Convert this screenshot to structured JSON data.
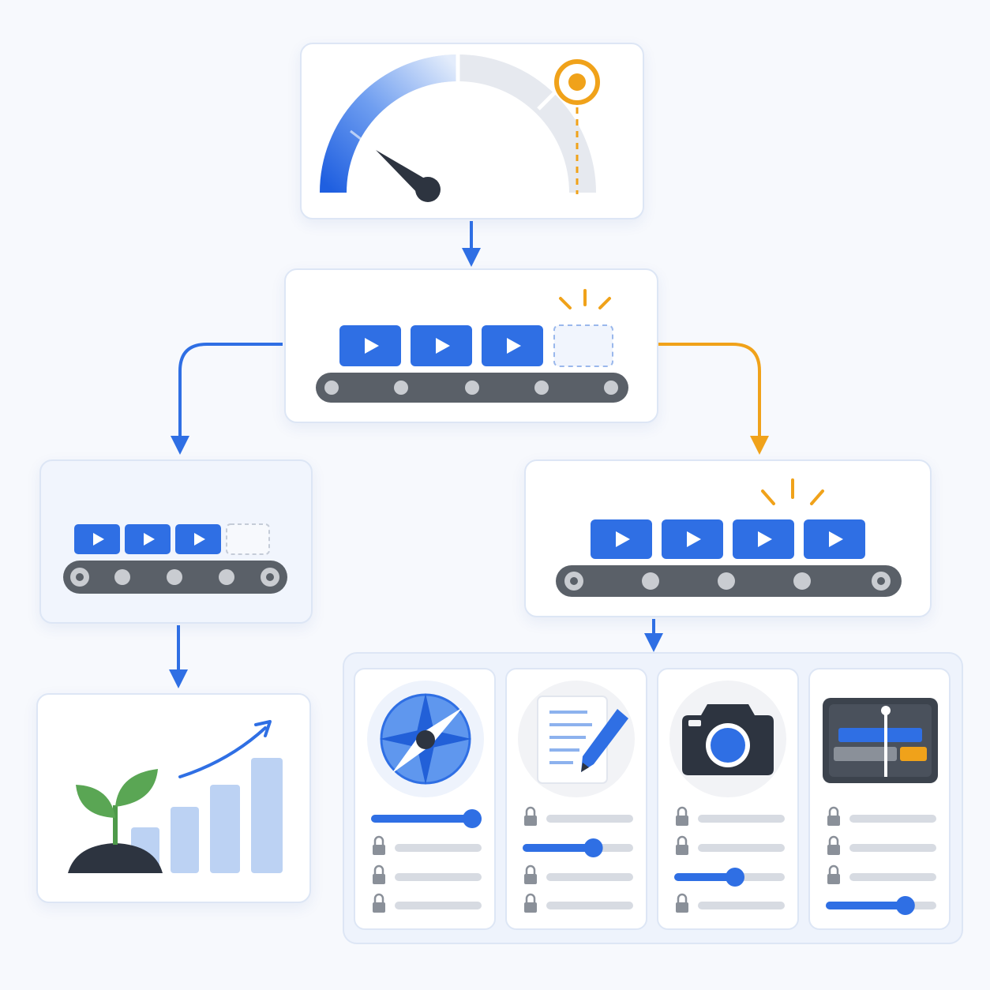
{
  "colors": {
    "accent_blue": "#2f6fe4",
    "accent_orange": "#f0a21a",
    "belt_dark": "#5a6068",
    "track_gray": "#d7dbe2",
    "bar_light": "#bcd2f3"
  },
  "gauge": {
    "level": 0.25,
    "target": 0.92,
    "target_marker_icon": "target-icon"
  },
  "conveyor_top": {
    "filled_slots": 3,
    "empty_slots": 1
  },
  "conveyor_left": {
    "filled_slots": 3,
    "empty_slots": 1
  },
  "conveyor_right": {
    "filled_slots": 4,
    "empty_slots": 0
  },
  "growth": {
    "icons": [
      "sprout-icon",
      "trend-arrow-icon"
    ],
    "bars": [
      0.25,
      0.4,
      0.55,
      0.75
    ]
  },
  "tiles": [
    {
      "icon": "compass-icon",
      "sliders": [
        1.0,
        null,
        null,
        null
      ]
    },
    {
      "icon": "document-edit-icon",
      "sliders": [
        null,
        0.64,
        null,
        null
      ]
    },
    {
      "icon": "camera-icon",
      "sliders": [
        null,
        null,
        0.55,
        null
      ]
    },
    {
      "icon": "video-timeline-icon",
      "sliders": [
        null,
        null,
        null,
        0.72
      ]
    }
  ]
}
